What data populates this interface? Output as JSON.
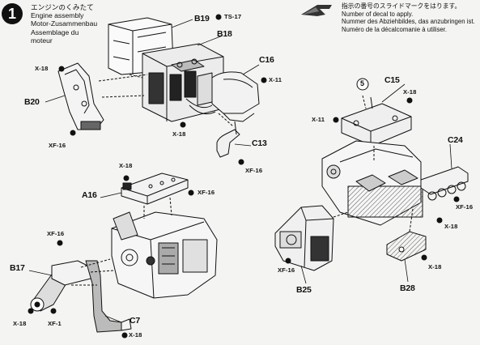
{
  "step": {
    "number": "1",
    "title_ja": "エンジンのくみたて",
    "title_de": "Motor-Zusammenbau",
    "title_en": "Engine assembly",
    "title_fr_1": "Assemblage du",
    "title_fr_2": "moteur"
  },
  "legend": {
    "ja": "指示の番号のスライドマークをはります。",
    "en": "Number of decal to apply.",
    "de": "Nummer des Abziehbildes, das anzubringen ist.",
    "fr": "Numéro de la décalcomanie à utiliser."
  },
  "decal_number": "5",
  "parts": {
    "B19": "B19",
    "B18": "B18",
    "B20": "B20",
    "C16": "C16",
    "C13": "C13",
    "C15": "C15",
    "C24": "C24",
    "A16": "A16",
    "B17": "B17",
    "C7": "C7",
    "B25": "B25",
    "B28": "B28"
  },
  "callouts": {
    "TS17": "TS-17",
    "X18": "X-18",
    "X11": "X-11",
    "XF16": "XF-16",
    "XF1": "XF-1"
  },
  "colors": {
    "ink": "#111111",
    "paper": "#f4f4f2",
    "shade": "#9a9a9a"
  }
}
